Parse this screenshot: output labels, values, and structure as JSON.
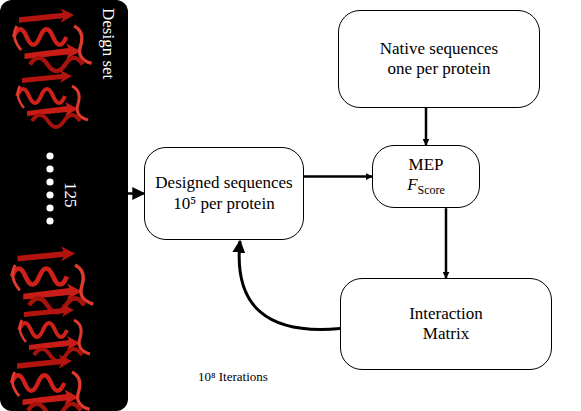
{
  "diagram": {
    "nodes": [
      {
        "text": [
          "Design set",
          "125"
        ]
      },
      {
        "text": [
          "Designed sequences 10⁵ per protein"
        ]
      },
      {
        "text": [
          "Native sequences one per protein"
        ]
      },
      {
        "text": [
          "MEP",
          "F",
          "Score"
        ]
      },
      {
        "text": [
          "Interaction Matrix"
        ]
      }
    ],
    "edges": [
      {
        "from": 0,
        "to": 1,
        "arrow": "to"
      },
      {
        "from": 1,
        "to": 3,
        "arrow": "to"
      },
      {
        "from": 2,
        "to": 3,
        "arrow": "to"
      },
      {
        "from": 3,
        "to": 4,
        "arrow": "to"
      },
      {
        "from": 4,
        "to": 1,
        "arrow": "to",
        "label": "10⁸ Iterations"
      }
    ]
  }
}
